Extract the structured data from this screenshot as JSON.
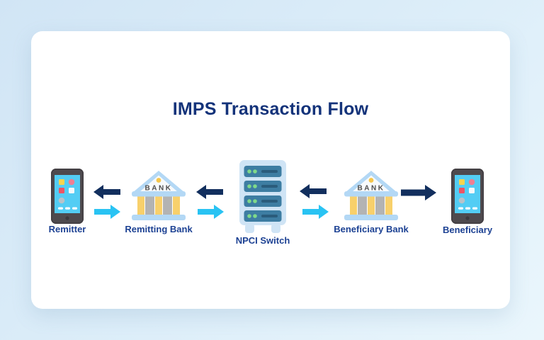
{
  "page": {
    "title": "IMPS Transaction Flow"
  },
  "diagram": {
    "nodes": [
      {
        "id": "remitter",
        "label": "Remitter",
        "icon": "smartphone-icon"
      },
      {
        "id": "remitting-bank",
        "label": "Remitting Bank",
        "icon": "bank-icon"
      },
      {
        "id": "npci-switch",
        "label": "NPCI Switch",
        "icon": "server-icon"
      },
      {
        "id": "beneficiary-bank",
        "label": "Beneficiary Bank",
        "icon": "bank-icon"
      },
      {
        "id": "beneficiary",
        "label": "Beneficiary",
        "icon": "smartphone-icon"
      }
    ],
    "connections": [
      {
        "from": "remitting-bank",
        "to": "remitter",
        "style": "dark",
        "direction": "left"
      },
      {
        "from": "remitter",
        "to": "remitting-bank",
        "style": "cyan",
        "direction": "right"
      },
      {
        "from": "npci-switch",
        "to": "remitting-bank",
        "style": "dark",
        "direction": "left"
      },
      {
        "from": "remitting-bank",
        "to": "npci-switch",
        "style": "cyan",
        "direction": "right"
      },
      {
        "from": "beneficiary-bank",
        "to": "npci-switch",
        "style": "dark",
        "direction": "left"
      },
      {
        "from": "npci-switch",
        "to": "beneficiary-bank",
        "style": "cyan",
        "direction": "right"
      },
      {
        "from": "beneficiary-bank",
        "to": "beneficiary",
        "style": "dark",
        "direction": "right"
      }
    ]
  },
  "colors": {
    "background_top_left": "#d1e5f5",
    "background_bottom_right": "#eaf6fc",
    "card": "#ffffff",
    "title_text": "#14337a",
    "label_text": "#1c4193",
    "arrow_dark": "#122f5e",
    "arrow_cyan": "#29c3f3",
    "bank_roof": "#b3d8f5",
    "bank_column_yellow": "#f8d06b",
    "bank_block_gray": "#b3b3b3",
    "server_case": "#cfe4f5",
    "server_unit": "#3d7da2",
    "server_led_green": "#7fd98a",
    "phone_body": "#4e4a4e",
    "phone_screen": "#53cdf4"
  }
}
